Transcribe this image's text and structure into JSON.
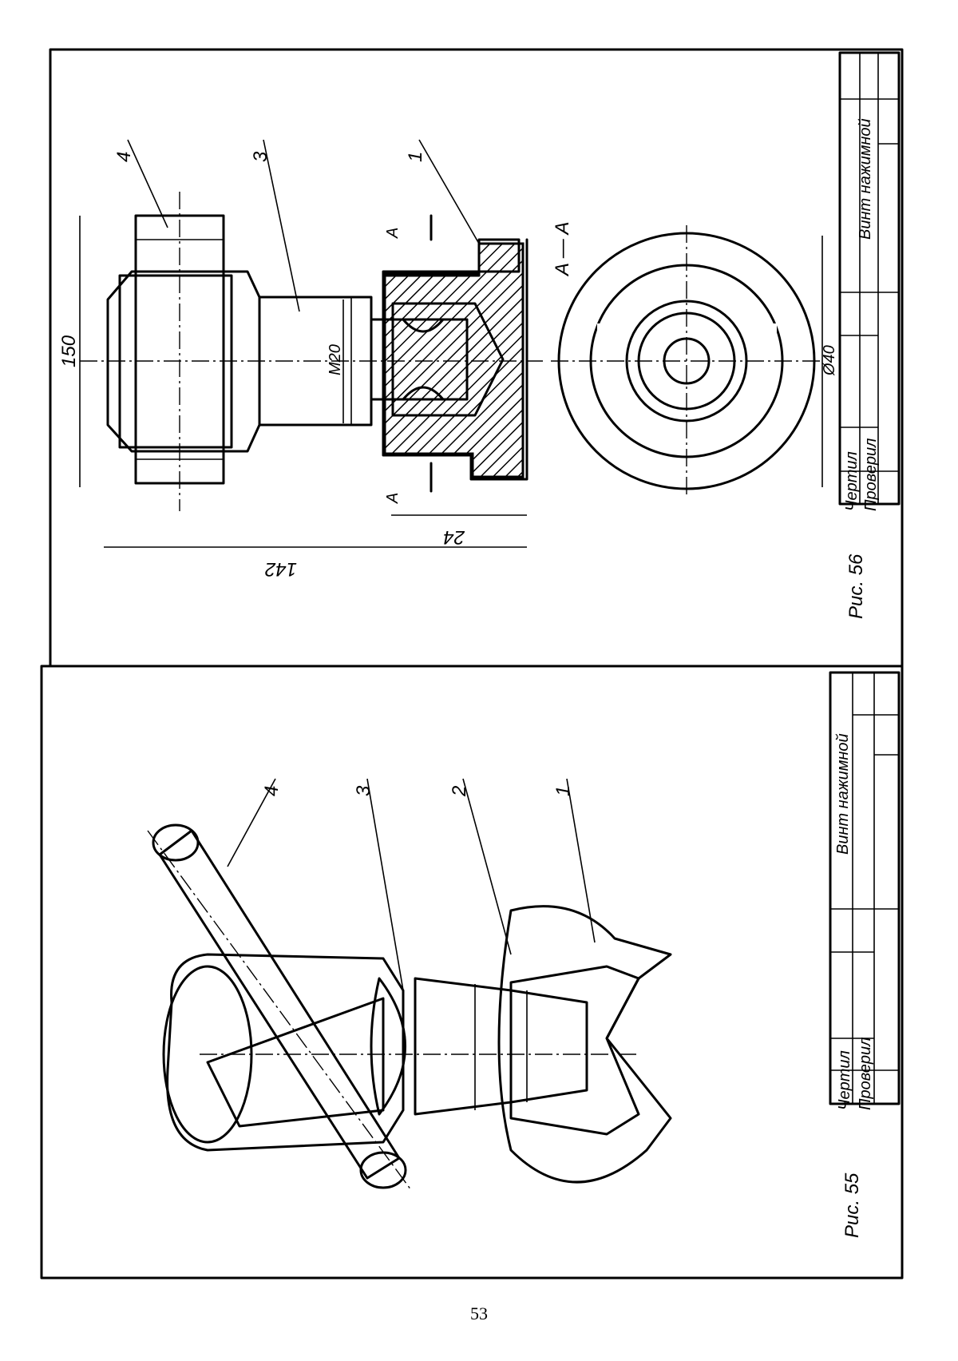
{
  "page": {
    "number": "53"
  },
  "fig56": {
    "caption": "Рис. 56",
    "title_block": {
      "title": "Винт нажимной",
      "drew": "Чертил",
      "checked": "Проверил"
    },
    "callouts": [
      "4",
      "3",
      "1"
    ],
    "dimensions": {
      "overall_width": "150",
      "overall_height": "142",
      "base_height": "24",
      "thread": "M20",
      "diameter": "Ø40"
    },
    "section_marker": "A",
    "section_label": "A — A"
  },
  "fig55": {
    "caption": "Рис. 55",
    "title_block": {
      "title": "Винт нажимной",
      "drew": "Чертил",
      "checked": "Проверил"
    },
    "callouts": [
      "4",
      "3",
      "2",
      "1"
    ]
  },
  "colors": {
    "ink": "#000000",
    "paper": "#ffffff"
  }
}
